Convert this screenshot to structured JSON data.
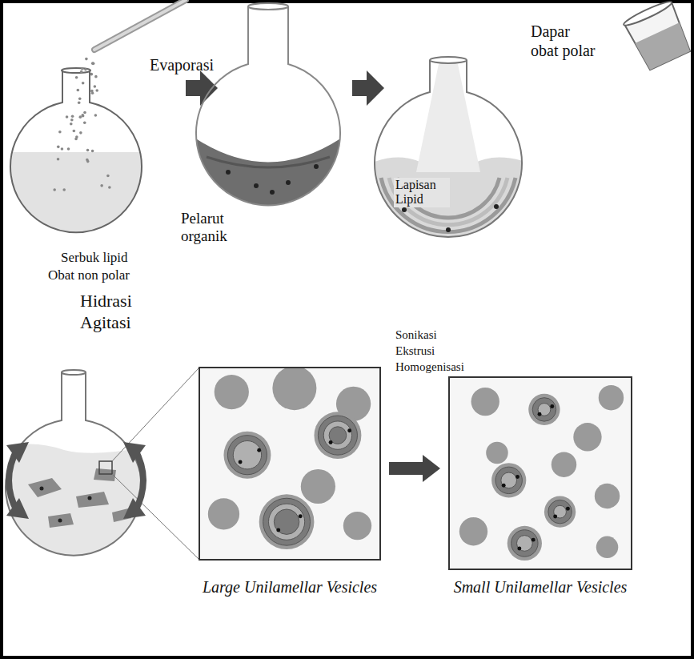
{
  "diagram": {
    "nodes": [
      {
        "text": [
          "Large Unilamellar Vesicles"
        ]
      },
      {
        "text": [
          "Small Unilamellar Vesicles"
        ]
      }
    ],
    "edges": [
      {
        "from": 0,
        "to": 1,
        "arrow": "to"
      }
    ],
    "labels": [
      "Evaporasi",
      "Dapar",
      "obat polar",
      "Pelarut organik",
      "Lapisan Lipid",
      "Serbuk lipid",
      "Obat non polar",
      "Hidrasi",
      "Agitasi",
      "Sonikasi",
      "Ekstrusi",
      "Homogenisasi"
    ]
  }
}
